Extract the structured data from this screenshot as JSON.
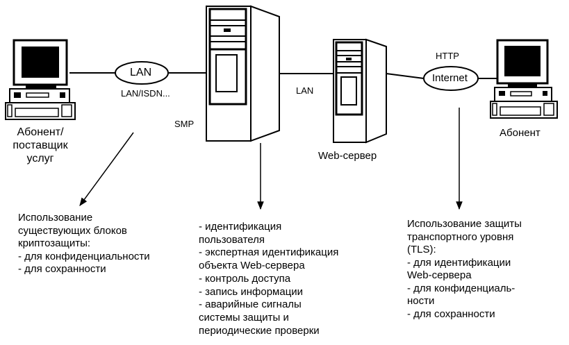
{
  "nodes": {
    "client_left": {
      "label_lines": [
        "Абонент/",
        "поставщик",
        "услуг"
      ]
    },
    "lan_cloud": {
      "label": "LAN",
      "sublabel": "LAN/ISDN..."
    },
    "smp_server": {
      "label": "SMP"
    },
    "lan_link": {
      "label": "LAN"
    },
    "web_server": {
      "label": "Web-сервер"
    },
    "internet_cloud": {
      "label": "Internet",
      "sublabel": "HTTP"
    },
    "client_right": {
      "label": "Абонент"
    }
  },
  "notes": {
    "left": [
      "Использование",
      "существующих блоков",
      "криптозащиты:",
      "- для конфиденциальности",
      "- для сохранности"
    ],
    "middle": [
      "- идентификация",
      "пользователя",
      "- экспертная идентификация",
      "объекта Web-сервера",
      "- контроль доступа",
      "- запись информации",
      "- аварийные сигналы",
      "системы защиты и",
      "периодические проверки"
    ],
    "right": [
      "Использование защиты",
      "транспортного уровня",
      "(TLS):",
      "- для идентификации",
      "Web-сервера",
      "- для конфиденциаль-",
      "ности",
      "- для сохранности"
    ]
  }
}
